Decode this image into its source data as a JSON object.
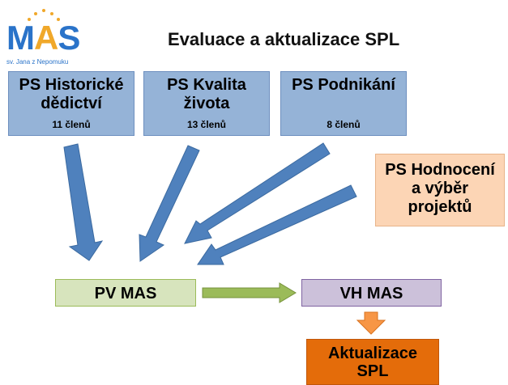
{
  "logo": {
    "text": "MAS",
    "tagline": "sv. Jana z Nepomuku"
  },
  "title": "Evaluace a aktualizace SPL",
  "nodes": {
    "ps_historicke": {
      "line1": "PS Historické",
      "line2": "dědictví",
      "count": "11 členů"
    },
    "ps_kvalita": {
      "line1": "PS Kvalita",
      "line2": "života",
      "count": "13 členů"
    },
    "ps_podnikani": {
      "line1": "PS Podnikání",
      "count": "8 členů"
    },
    "ps_hodnoceni": {
      "line1": "PS Hodnocení",
      "line2": "a výběr",
      "line3": "projektů"
    },
    "pv_mas": {
      "label": "PV MAS"
    },
    "vh_mas": {
      "label": "VH MAS"
    },
    "aktualizace": {
      "line1": "Aktualizace",
      "line2": "SPL"
    }
  },
  "colors": {
    "ps_blue": "#95b3d7",
    "ps_orange_light": "#fcd5b5",
    "pv_green": "#d7e4bd",
    "vh_purple": "#ccc1da",
    "aktual_orange": "#e46c0a",
    "arrow_blue": "#4f81bd",
    "arrow_green": "#9bbb59",
    "arrow_orange": "#f79646",
    "logo_blue": "#2a73c9",
    "logo_orange": "#f0a82a"
  }
}
